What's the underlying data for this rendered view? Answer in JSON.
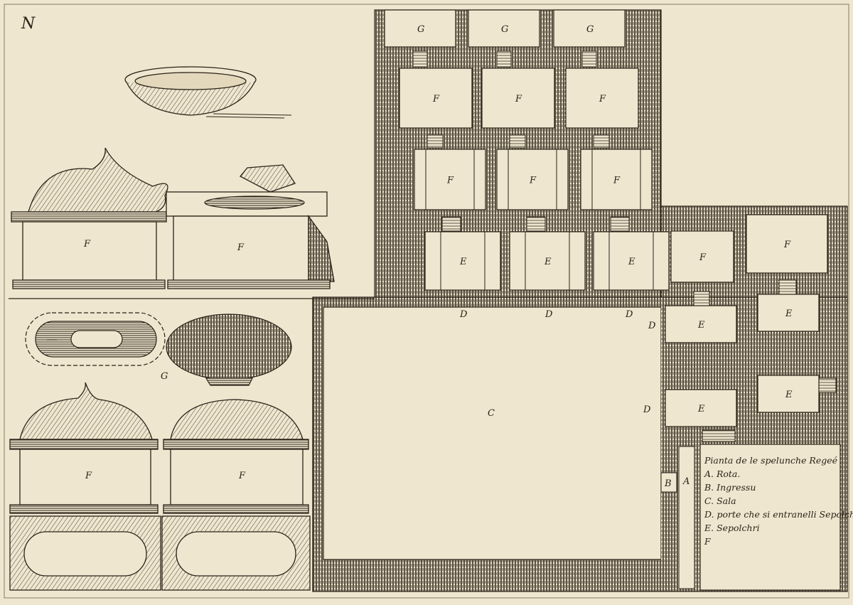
{
  "plate_mark": "N",
  "plan_labels": {
    "g": [
      "G",
      "G",
      "G"
    ],
    "f_upper": [
      "F",
      "F",
      "F"
    ],
    "f_middle": [
      "F",
      "F",
      "F"
    ],
    "e_row": [
      "E",
      "E",
      "E"
    ],
    "f_right": [
      "F",
      "F"
    ],
    "d_doors": [
      "D",
      "D",
      "D",
      "D"
    ],
    "e_right": [
      "E",
      "E",
      "E",
      "E"
    ],
    "d_side": "D",
    "c_hall": "C",
    "b": "B",
    "a": "A"
  },
  "artifact_labels": {
    "sarcophagus_upper": [
      "F",
      "F"
    ],
    "box_g": "G",
    "sarcophagus_lower": [
      "F",
      "F"
    ]
  },
  "legend": {
    "title": "Pianta de le spelunche Regeé",
    "items": [
      "A. Rota.",
      "B. Ingressu",
      "C. Sala",
      "D. porte che si entranelli Sepolchri",
      "E. Sepolchri",
      "F"
    ]
  },
  "colors": {
    "paper": "#efe6cf",
    "ink": "#2a2218",
    "hatch": "#3a3024"
  }
}
